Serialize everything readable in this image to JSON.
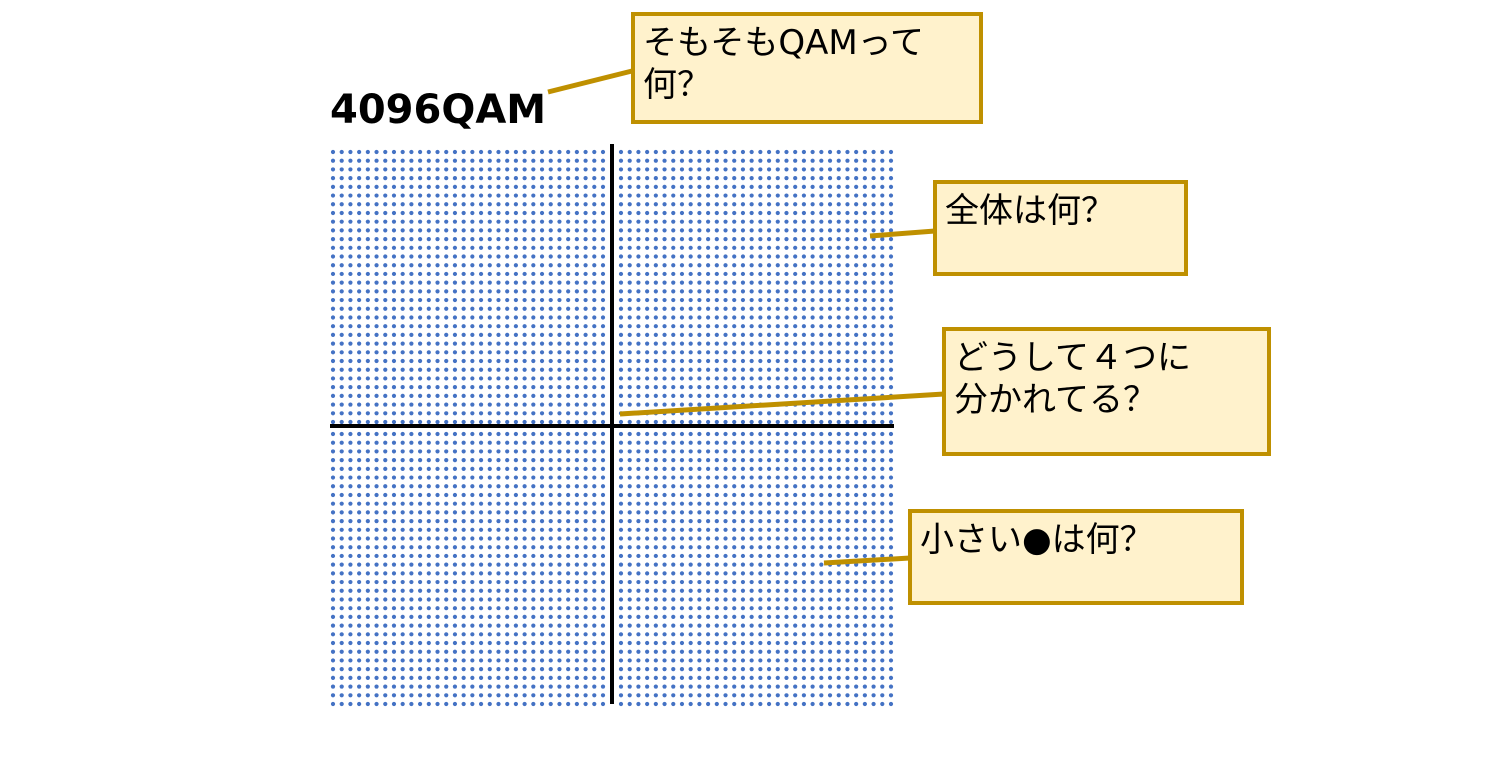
{
  "title": "4096QAM",
  "callouts": {
    "what_is_qam": "そもそもQAMって何？",
    "what_is_whole": "全体は何？",
    "why_four": "どうして４つに\n分かれてる？",
    "what_small_dots": "小さい●は何？"
  },
  "constellation": {
    "order": 4096,
    "points_per_side": 64,
    "dot_color": "#4472c4",
    "axis_color": "#000000"
  },
  "colors": {
    "callout_fill": "#fff2cc",
    "callout_border": "#bf9000",
    "leader_line": "#bf9000"
  }
}
